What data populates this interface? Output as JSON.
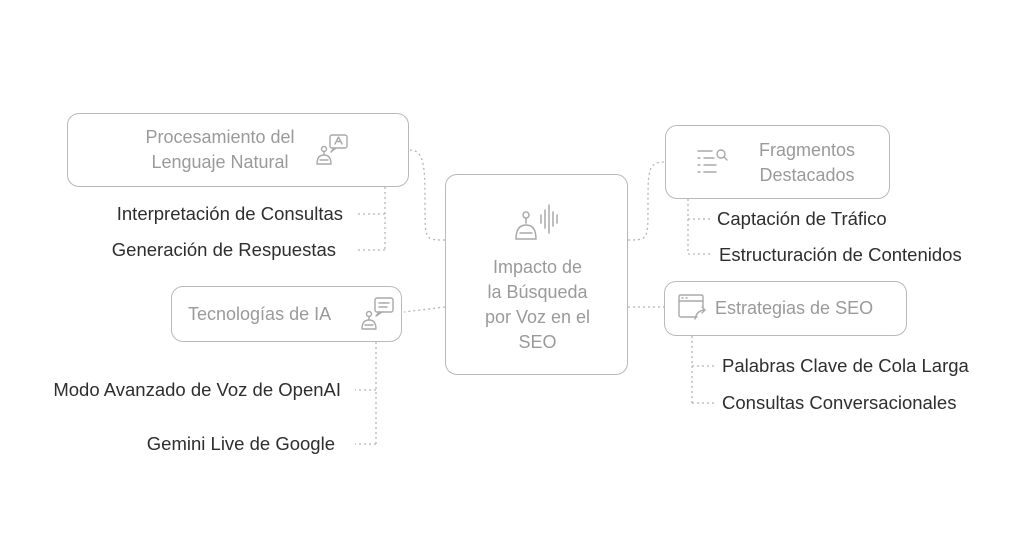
{
  "center": {
    "line1": "Impacto de",
    "line2": "la Búsqueda",
    "line3": "por Voz en el",
    "line4": "SEO",
    "icon": "voice-assistant-robot-icon"
  },
  "branches": {
    "nlp": {
      "line1": "Procesamiento del",
      "line2": "Lenguaje Natural",
      "icon": "robot-translate-icon",
      "leaves": [
        "Interpretación de Consultas",
        "Generación de Respuestas"
      ]
    },
    "ai": {
      "label": "Tecnologías de IA",
      "icon": "robot-chat-icon",
      "leaves": [
        "Modo Avanzado de Voz de OpenAI",
        "Gemini Live de Google"
      ]
    },
    "snippets": {
      "line1": "Fragmentos",
      "line2": "Destacados",
      "icon": "list-search-icon",
      "leaves": [
        "Captación de Tráfico",
        "Estructuración de Contenidos"
      ]
    },
    "seo": {
      "label": "Estrategias de SEO",
      "icon": "browser-redirect-icon",
      "leaves": [
        "Palabras Clave de Cola Larga",
        "Consultas Conversacionales"
      ]
    }
  },
  "colors": {
    "box_border": "#b9b9b9",
    "box_text": "#9a9a9a",
    "leaf_text": "#2e2e2e",
    "connector": "#b5b5b5"
  }
}
